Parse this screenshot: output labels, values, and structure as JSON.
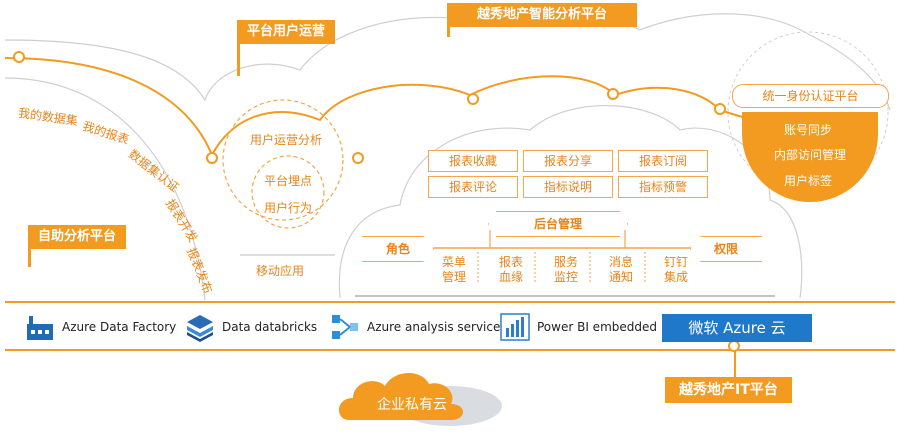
{
  "labels": {
    "platform_user_ops": "平台用户运营",
    "smart_analysis_platform": "越秀地产智能分析平台",
    "self_service_platform": "自助分析平台",
    "identity_platform": "统一身份认证平台",
    "it_platform": "越秀地产IT平台",
    "private_cloud": "企业私有云",
    "azure_cloud": "微软 Azure 云"
  },
  "self_service_items": [
    "我的数据集",
    "我的报表",
    "数据集认证",
    "报表开发",
    "报表发布"
  ],
  "user_ops": {
    "outer": "用户运营分析",
    "inner_items": [
      "平台埋点",
      "用户行为"
    ],
    "mobile": "移动应用"
  },
  "report_grid": [
    [
      "报表收藏",
      "报表分享",
      "报表订阅"
    ],
    [
      "报表评论",
      "指标说明",
      "指标预警"
    ]
  ],
  "admin": {
    "title": "后台管理",
    "left": "角色",
    "right": "权限",
    "functions": [
      "菜单\n管理",
      "报表\n血缘",
      "服务\n监控",
      "消息\n通知",
      "钉钉\n集成"
    ]
  },
  "identity_items": [
    "账号同步",
    "内部访问管理",
    "用户标签"
  ],
  "tech_stack": [
    {
      "label": "Azure Data Factory",
      "icon": "factory-icon",
      "color": "#1f6bb8"
    },
    {
      "label": "Data databricks",
      "icon": "layers-icon",
      "color": "#2a6bb5"
    },
    {
      "label": "Azure analysis service",
      "icon": "analysis-icon",
      "color": "#2a8fd6"
    },
    {
      "label": "Power BI embedded",
      "icon": "powerbi-icon",
      "color": "#2c7fd0"
    }
  ],
  "colors": {
    "accent": "#f39a21",
    "azure": "#1f78c8",
    "line": "#cfcfcf"
  }
}
